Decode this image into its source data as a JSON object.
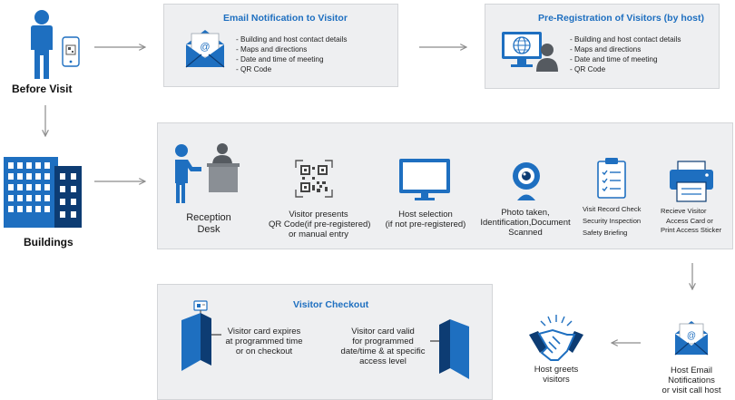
{
  "colors": {
    "blue": "#1e6fc0",
    "navy": "#0d3c73",
    "panel": "#eeeff1",
    "arrow": "#8c8c8c"
  },
  "before_visit": {
    "label": "Before Visit"
  },
  "buildings": {
    "label": "Buildings"
  },
  "email_panel": {
    "title": "Email Notification to Visitor",
    "items": [
      "Building and host contact details",
      "Maps and directions",
      "Date and time of meeting",
      "QR Code"
    ]
  },
  "prereg_panel": {
    "title": "Pre-Registration of Visitors (by host)",
    "items": [
      "Building and host contact details",
      "Maps and directions",
      "Date and time of meeting",
      "QR Code"
    ]
  },
  "process": {
    "reception": [
      "Reception",
      "Desk"
    ],
    "qr": [
      "Visitor presents",
      "QR Code(if pre-registered)",
      "or manual entry"
    ],
    "host_selection": [
      "Host selection",
      "(if not pre-registered)"
    ],
    "photo": [
      "Photo taken,",
      "Identification,Document",
      "Scanned"
    ],
    "checks": [
      "Visit Record Check",
      "Security Inspection",
      "Safety Briefing"
    ],
    "printer": [
      "Recieve Visitor",
      "Access Card or",
      "Print Access Sticker"
    ]
  },
  "checkout": {
    "title": "Visitor Checkout",
    "expires": [
      "Visitor card expires",
      "at programmed time",
      "or on checkout"
    ],
    "valid": [
      "Visitor card valid",
      "for programmed",
      "date/time & at specific",
      "access level"
    ]
  },
  "host_greets": [
    "Host greets",
    "visitors"
  ],
  "host_email": [
    "Host Email",
    "Notifications",
    "or visit call host"
  ]
}
